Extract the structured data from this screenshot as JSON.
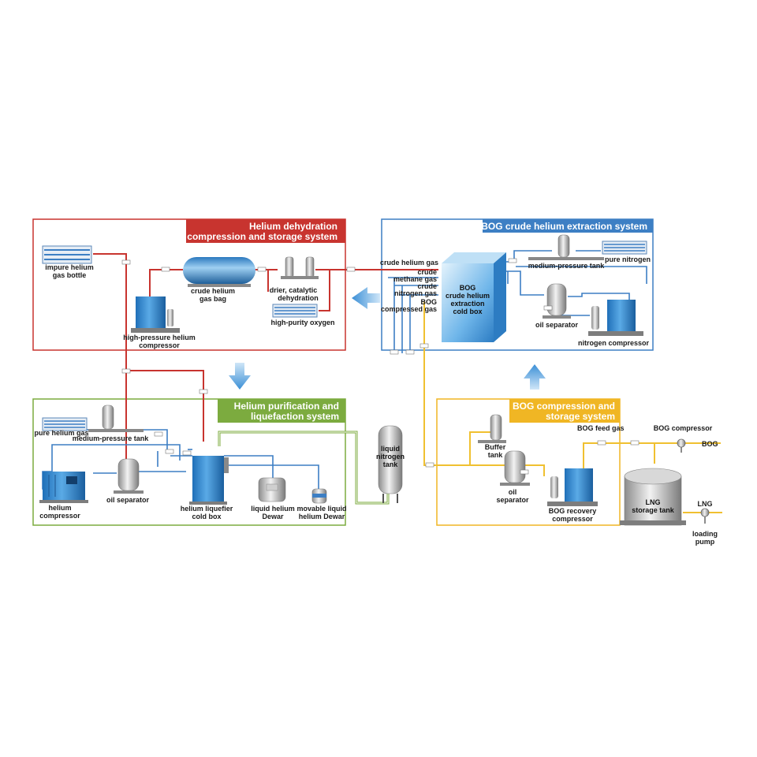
{
  "systems": {
    "dehydration": {
      "title_line1": "Helium dehydration",
      "title_line2": "compression and storage system",
      "color": "#c8342f"
    },
    "bog_extraction": {
      "title": "BOG crude helium extraction system",
      "color": "#3d7fc4"
    },
    "purification": {
      "title_line1": "Helium purification and",
      "title_line2": "liquefaction system",
      "color": "#7cab3f"
    },
    "bog_compression": {
      "title_line1": "BOG compression and",
      "title_line2": "storage system",
      "color": "#f0b624"
    }
  },
  "equipment": {
    "impure_helium_bottle": {
      "line1": "impure helium",
      "line2": "gas bottle"
    },
    "crude_helium_bag": {
      "line1": "crude helium",
      "line2": "gas bag"
    },
    "drier": {
      "line1": "drier, catalytic",
      "line2": "dehydration"
    },
    "high_purity_oxygen": {
      "line1": "high-purity oxygen"
    },
    "hp_helium_compressor": {
      "line1": "high-pressure helium",
      "line2": "compressor"
    },
    "crude_helium_gas": {
      "line1": "crude helium gas"
    },
    "crude_methane_gas": {
      "line1": "crude",
      "line2": "methane gas"
    },
    "crude_nitrogen_gas": {
      "line1": "crude",
      "line2": "nitrogen gas"
    },
    "bog_compressed_gas": {
      "line1": "BOG",
      "line2": "compressed gas"
    },
    "bog_cold_box": {
      "line1": "BOG",
      "line2": "crude helium",
      "line3": "extraction",
      "line4": "cold box"
    },
    "medium_pressure_tank_top": {
      "line1": "medium-pressure tank"
    },
    "pure_nitrogen": {
      "line1": "pure nitrogen"
    },
    "oil_separator_top": {
      "line1": "oil separator"
    },
    "nitrogen_compressor": {
      "line1": "nitrogen compressor"
    },
    "pure_helium_gas": {
      "line1": "pure helium gas"
    },
    "medium_pressure_tank_bottom": {
      "line1": "medium-pressure tank"
    },
    "helium_compressor": {
      "line1": "helium",
      "line2": "compressor"
    },
    "oil_separator_bottom": {
      "line1": "oil separator"
    },
    "helium_liquefier": {
      "line1": "helium liquefier",
      "line2": "cold box"
    },
    "liquid_helium_dewar": {
      "line1": "liquid helium",
      "line2": "Dewar"
    },
    "movable_dewar": {
      "line1": "movable liquid",
      "line2": "helium Dewar"
    },
    "liquid_nitrogen_tank": {
      "line1": "liquid",
      "line2": "nitrogen",
      "line3": "tank"
    },
    "buffer_tank": {
      "line1": "Buffer",
      "line2": "tank"
    },
    "oil_separator_right": {
      "line1": "oil",
      "line2": "separator"
    },
    "bog_recovery_compressor": {
      "line1": "BOG recovery",
      "line2": "compressor"
    },
    "bog_feed_gas": {
      "line1": "BOG feed gas"
    },
    "bog_compressor": {
      "line1": "BOG compressor"
    },
    "bog_line": {
      "line1": "BOG"
    },
    "lng_tank": {
      "line1": "LNG",
      "line2": "storage tank"
    },
    "lng_line": {
      "line1": "LNG"
    },
    "loading_pump": {
      "line1": "loading",
      "line2": "pump"
    }
  }
}
